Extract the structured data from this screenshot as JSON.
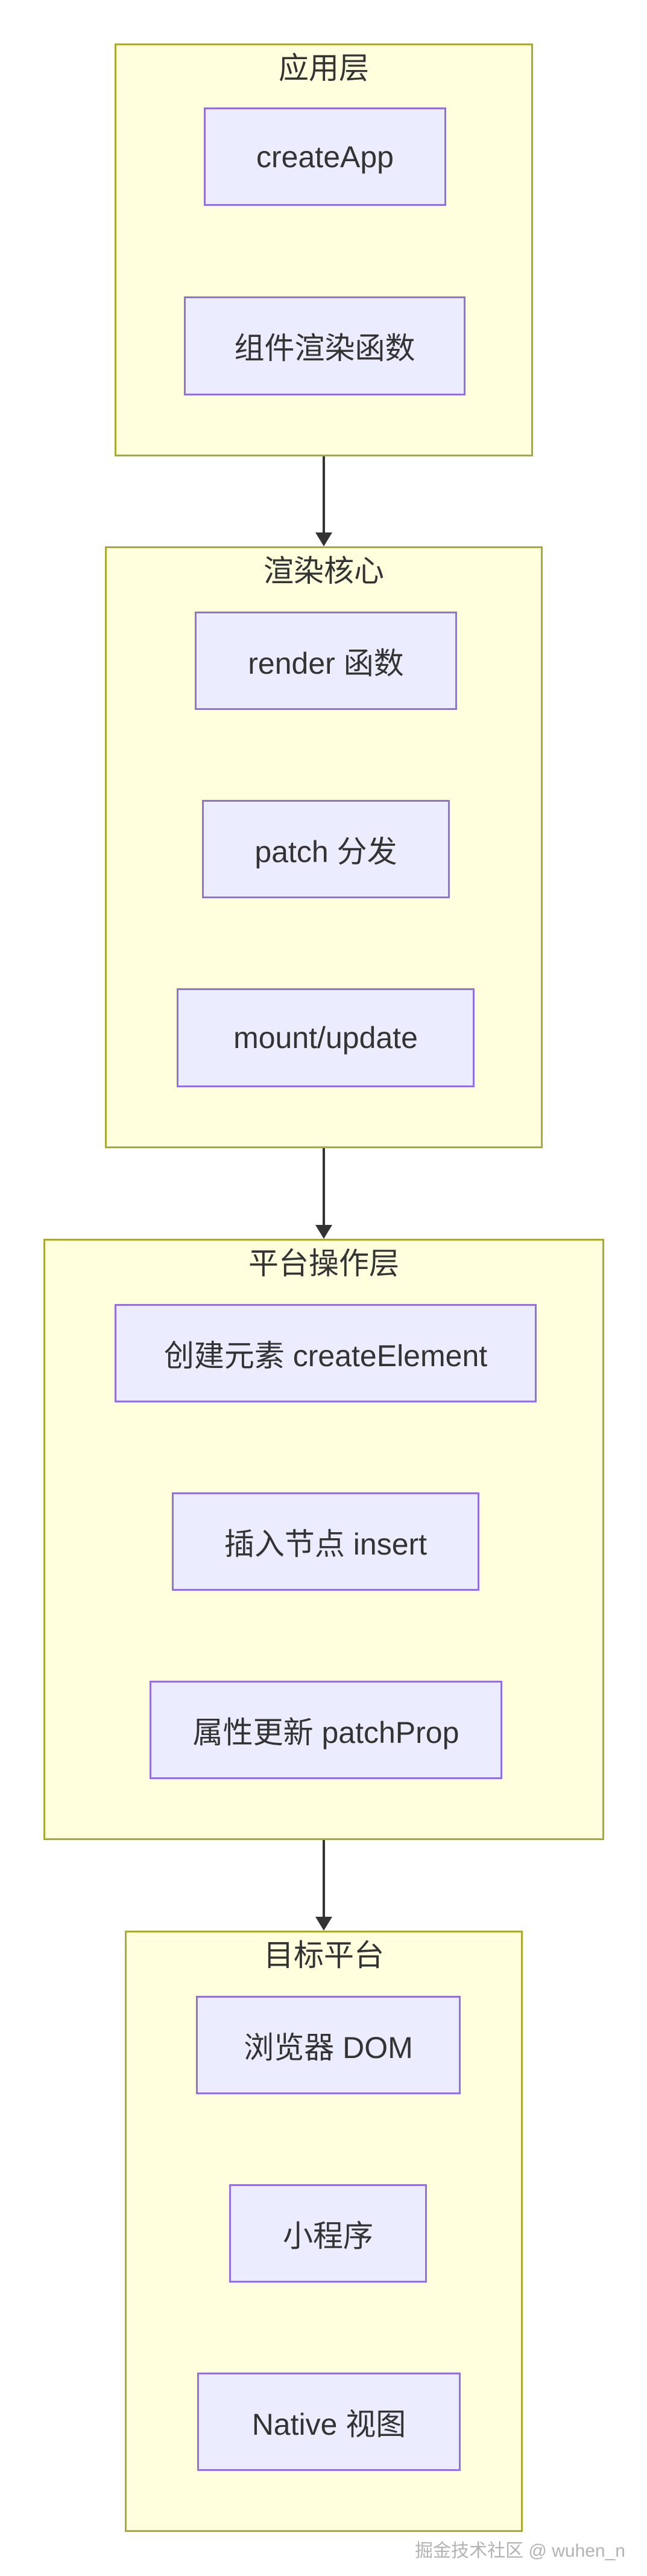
{
  "diagram": {
    "type": "flowchart",
    "direction": "top-down",
    "groups": [
      {
        "title": "应用层",
        "nodes": [
          {
            "label": "createApp"
          },
          {
            "label": "组件渲染函数"
          }
        ]
      },
      {
        "title": "渲染核心",
        "nodes": [
          {
            "label": "render 函数"
          },
          {
            "label": "patch 分发"
          },
          {
            "label": "mount/update"
          }
        ]
      },
      {
        "title": "平台操作层",
        "nodes": [
          {
            "label": "创建元素 createElement"
          },
          {
            "label": "插入节点 insert"
          },
          {
            "label": "属性更新 patchProp"
          }
        ]
      },
      {
        "title": "目标平台",
        "nodes": [
          {
            "label": "浏览器 DOM"
          },
          {
            "label": "小程序"
          },
          {
            "label": "Native 视图"
          }
        ]
      }
    ],
    "edges": [
      {
        "from": "应用层",
        "to": "渲染核心"
      },
      {
        "from": "渲染核心",
        "to": "平台操作层"
      },
      {
        "from": "平台操作层",
        "to": "目标平台"
      }
    ]
  },
  "colors": {
    "group_fill": "#ffffde",
    "group_border": "#aaaa33",
    "node_fill": "#ececff",
    "node_border": "#9370db",
    "text": "#333333",
    "edge": "#333333",
    "watermark": "#b3b3b3"
  },
  "watermark": {
    "text": "掘金技术社区 @ wuhen_n"
  }
}
